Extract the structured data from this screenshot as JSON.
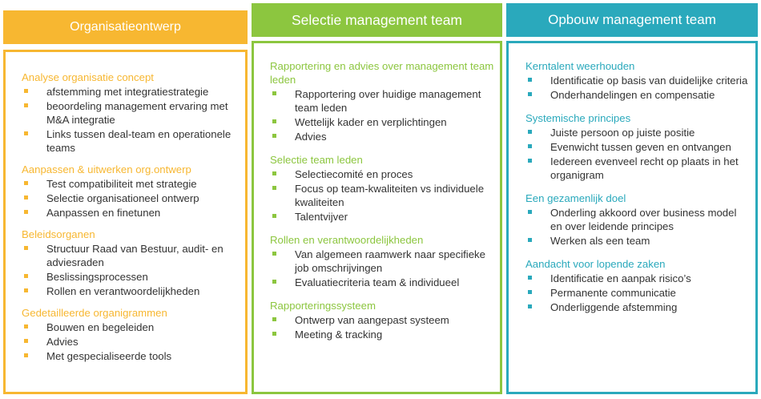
{
  "colors": {
    "orange": "#F7B731",
    "green": "#8CC63F",
    "teal": "#2AA9BC",
    "text": "#333333",
    "white": "#FFFFFF"
  },
  "bullet_icon": "square-bullet-icon",
  "columns": [
    {
      "title": "Organisatieontwerp",
      "sections": [
        {
          "title": "Analyse organisatie concept",
          "items": [
            "afstemming met integratiestrategie",
            "beoordeling management ervaring met M&A integratie",
            "Links tussen deal-team en operationele teams"
          ]
        },
        {
          "title": "Aanpassen & uitwerken org.ontwerp",
          "items": [
            "Test compatibiliteit met strategie",
            "Selectie organisationeel ontwerp",
            "Aanpassen en finetunen"
          ]
        },
        {
          "title": "Beleidsorganen",
          "items": [
            "Structuur Raad van Bestuur, audit- en adviesraden",
            "Beslissingsprocessen",
            "Rollen en verantwoordelijkheden"
          ]
        },
        {
          "title": "Gedetailleerde organigrammen",
          "items": [
            "Bouwen en begeleiden",
            "Advies",
            "Met gespecialiseerde tools"
          ]
        }
      ]
    },
    {
      "title": "Selectie management team",
      "sections": [
        {
          "title": "Rapportering en advies over management team leden",
          "items": [
            "Rapportering over huidige management team leden",
            "Wettelijk kader en verplichtingen",
            "Advies"
          ]
        },
        {
          "title": "Selectie team leden",
          "items": [
            "Selectiecomité en proces",
            "Focus op team-kwaliteiten vs individuele kwaliteiten",
            "Talentvijver"
          ]
        },
        {
          "title": "Rollen en verantwoordelijkheden",
          "items": [
            "Van algemeen raamwerk naar specifieke job omschrijvingen",
            "Evaluatiecriteria team & individueel"
          ]
        },
        {
          "title": "Rapporteringssysteem",
          "items": [
            "Ontwerp van aangepast systeem",
            "Meeting & tracking"
          ]
        }
      ]
    },
    {
      "title": "Opbouw management team",
      "sections": [
        {
          "title": "Kerntalent weerhouden",
          "items": [
            "Identificatie op basis van duidelijke criteria",
            "Onderhandelingen en compensatie"
          ]
        },
        {
          "title": "Systemische principes",
          "items": [
            "Juiste persoon op juiste positie",
            "Evenwicht tussen geven en ontvangen",
            "Iedereen evenveel recht op plaats in het organigram"
          ]
        },
        {
          "title": "Een gezamenlijk doel",
          "items": [
            "Onderling akkoord over business model en over leidende principes",
            "Werken als een team"
          ]
        },
        {
          "title": "Aandacht voor lopende zaken",
          "items": [
            "Identificatie en aanpak risico’s",
            "Permanente communicatie",
            "Onderliggende afstemming"
          ]
        }
      ]
    }
  ]
}
